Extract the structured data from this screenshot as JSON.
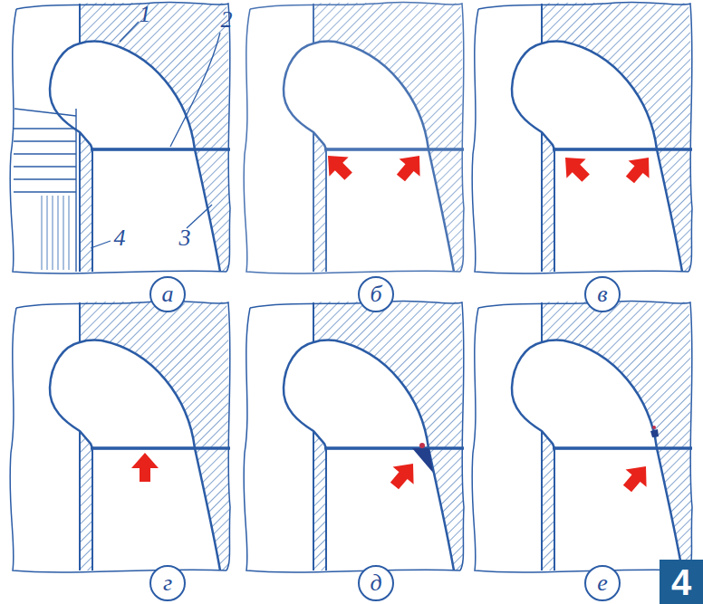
{
  "diagram": {
    "nodes": [
      {
        "text": [
          "а"
        ]
      },
      {
        "text": [
          "б"
        ]
      },
      {
        "text": [
          "в"
        ]
      },
      {
        "text": [
          "г"
        ]
      },
      {
        "text": [
          "д"
        ]
      },
      {
        "text": [
          "е"
        ]
      },
      {
        "text": [
          "4"
        ]
      }
    ],
    "labels": [
      "1",
      "2",
      "3",
      "4"
    ]
  }
}
